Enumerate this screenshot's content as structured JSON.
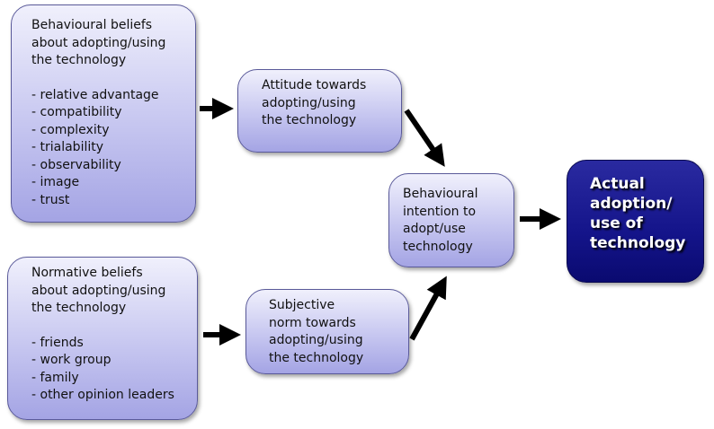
{
  "nodes": {
    "behavioural_beliefs": {
      "title": "Behavioural beliefs\nabout adopting/using\nthe technology",
      "items": [
        "- relative advantage",
        "- compatibility",
        "- complexity",
        "- trialability",
        "- observability",
        "- image",
        "- trust"
      ]
    },
    "attitude": {
      "title": "Attitude towards\nadopting/using\nthe technology"
    },
    "normative_beliefs": {
      "title": "Normative beliefs\nabout adopting/using\nthe technology",
      "items": [
        "- friends",
        "- work group",
        "- family",
        "- other opinion leaders"
      ]
    },
    "subjective_norm": {
      "title": "Subjective\nnorm towards\nadopting/using\nthe technology"
    },
    "intention": {
      "title": "Behavioural\nintention to\nadopt/use\ntechnology"
    },
    "actual_use": {
      "title": "Actual\nadoption/\nuse of\ntechnology"
    }
  },
  "colors": {
    "box_light": "#c6c6f0",
    "box_dark": "#14148a",
    "arrow": "#000000"
  }
}
